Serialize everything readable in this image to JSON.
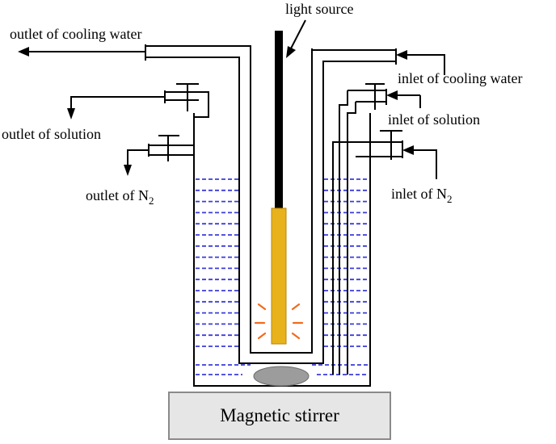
{
  "labels": {
    "light_source": "light source",
    "outlet_cooling_water": "outlet of cooling water",
    "inlet_cooling_water": "inlet of cooling water",
    "outlet_solution": "outlet of solution",
    "inlet_solution": "inlet of solution",
    "outlet_n2": "outlet of N",
    "inlet_n2": "inlet of N",
    "n2_subscript": "2",
    "stirrer": "Magnetic stirrer"
  },
  "colors": {
    "water_dash": "#3b3bdc",
    "lamp": "#e8b21c",
    "glow": "#f26a1b",
    "stir_bar": "#9c9c9c",
    "base_fill": "#e6e6e6",
    "base_stroke": "#8a8a8a",
    "line": "#000000"
  },
  "icons": {
    "stir_bar": "ellipse-stir-bar",
    "lamp_glow": "radiating-light-rays",
    "valves": "valve-t-handle"
  }
}
